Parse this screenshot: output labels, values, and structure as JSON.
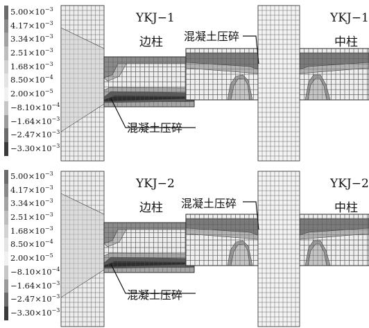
{
  "panels": [
    {
      "specimen": "YKJ−1",
      "edge_column": "边柱",
      "middle_column": "中柱",
      "crush_label_left": "混凝土压碎",
      "crush_label_right": "混凝土压碎"
    },
    {
      "specimen": "YKJ−2",
      "edge_column": "边柱",
      "middle_column": "中柱",
      "crush_label_left": "混凝土压碎",
      "crush_label_right": "混凝土压碎"
    }
  ],
  "legend": [
    {
      "mantissa": "5.00×10",
      "exponent": "−3",
      "color": "#6b6b6b"
    },
    {
      "mantissa": "4.17×10",
      "exponent": "−3",
      "color": "#888888"
    },
    {
      "mantissa": "3.34×10",
      "exponent": "−3",
      "color": "#a2a2a2"
    },
    {
      "mantissa": "2.51×10",
      "exponent": "−3",
      "color": "#bdbdbd"
    },
    {
      "mantissa": "1.68×10",
      "exponent": "−3",
      "color": "#d2d2d2"
    },
    {
      "mantissa": "8.50×10",
      "exponent": "−4",
      "color": "#e4e4e4"
    },
    {
      "mantissa": "2.00×10",
      "exponent": "−5",
      "color": "#f1f1f1"
    },
    {
      "mantissa": "−8.10×10",
      "exponent": "−4",
      "color": "#c6c6c6"
    },
    {
      "mantissa": "−1.64×10",
      "exponent": "−3",
      "color": "#9a9a9a"
    },
    {
      "mantissa": "−2.47×10",
      "exponent": "−3",
      "color": "#6a6a6a"
    },
    {
      "mantissa": "−3.30×10",
      "exponent": "−3",
      "color": "#3a3a3a"
    }
  ]
}
